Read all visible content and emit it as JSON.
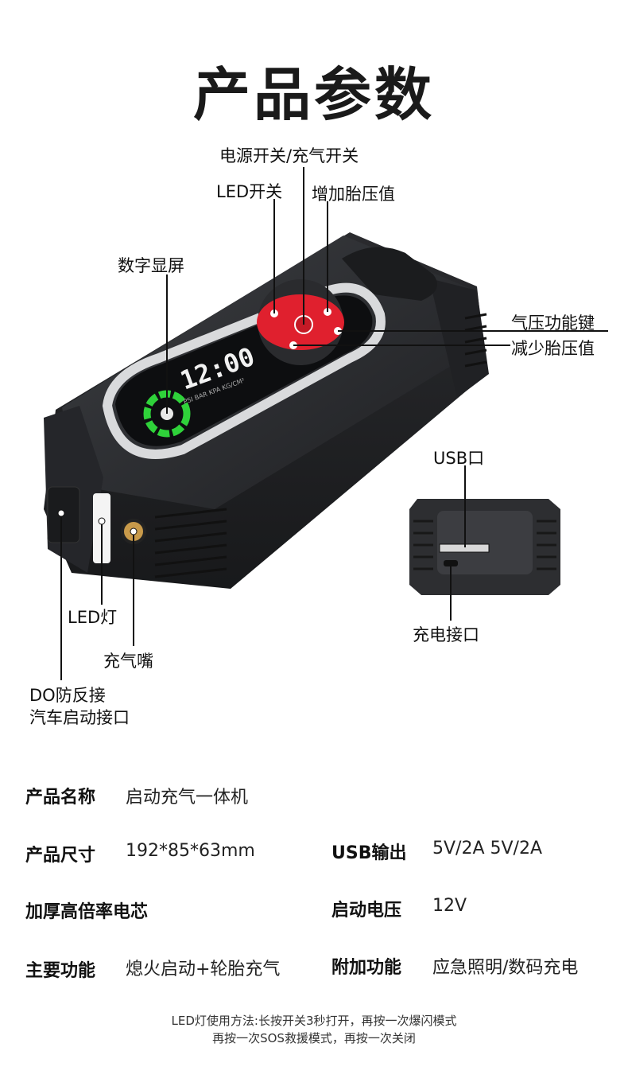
{
  "title": "产品参数",
  "labels": {
    "power_switch": "电源开关/充气开关",
    "led_switch": "LED开关",
    "increase_pressure": "增加胎压值",
    "digital_display": "数字显屏",
    "pressure_function": "气压功能键",
    "decrease_pressure": "减少胎压值",
    "usb_port": "USB口",
    "charge_port": "充电接口",
    "led_light": "LED灯",
    "nozzle": "充气嘴",
    "do_line1": "DO防反接",
    "do_line2": "汽车启动接口"
  },
  "display": {
    "digits": "12:00",
    "units": "PSI BAR KPA KG/CM²"
  },
  "specs": {
    "name_key": "产品名称",
    "name_val": "启动充气一体机",
    "size_key": "产品尺寸",
    "size_val": "192*85*63mm",
    "usb_key": "USB输出",
    "usb_val": "5V/2A 5V/2A",
    "battery_key": "加厚高倍率电芯",
    "voltage_key": "启动电压",
    "voltage_val": "12V",
    "function_key": "主要功能",
    "function_val": "熄火启动+轮胎充气",
    "extra_key": "附加功能",
    "extra_val": "应急照明/数码充电"
  },
  "note": {
    "line1": "LED灯使用方法:长按开关3秒打开，再按一次爆闪模式",
    "line2": "再按一次SOS救援模式，再按一次关闭"
  },
  "colors": {
    "body": "#2b2d30",
    "ring": "#d9dadc",
    "button_red": "#e0202e",
    "display_green": "#2fd23a"
  }
}
